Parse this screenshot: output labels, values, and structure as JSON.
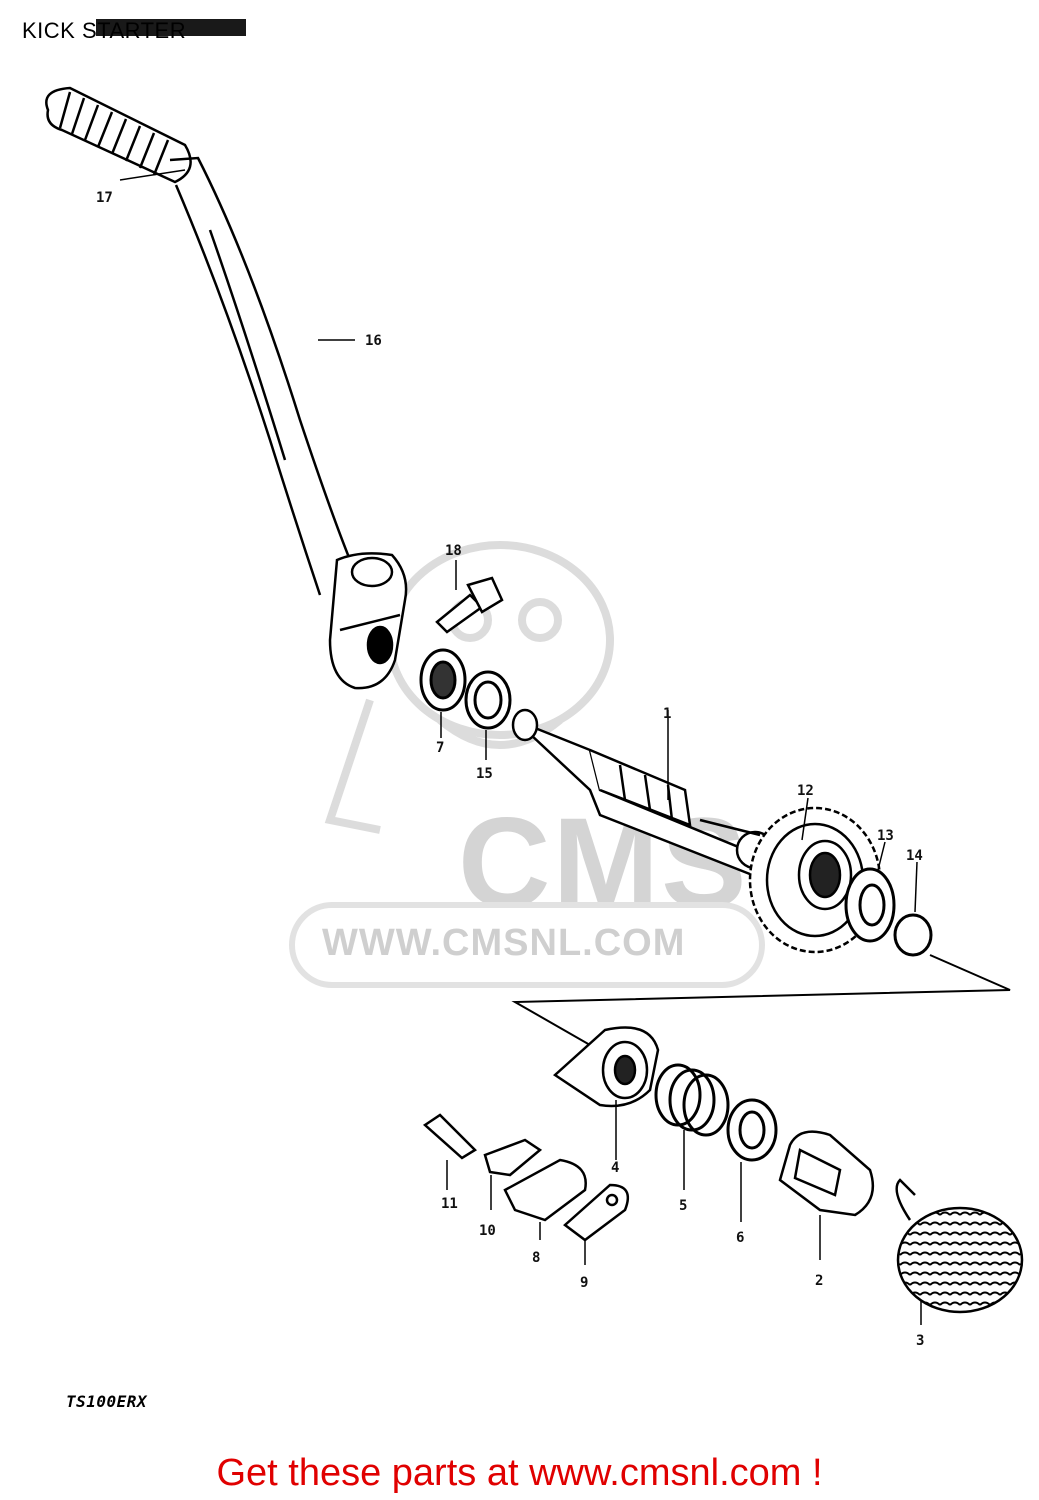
{
  "header": {
    "title": "KICK STARTER"
  },
  "watermark": {
    "brand": "CMS",
    "url": "WWW.CMSNL.COM"
  },
  "diagram": {
    "parts": [
      "1",
      "2",
      "3",
      "4",
      "5",
      "6",
      "7",
      "8",
      "9",
      "10",
      "11",
      "12",
      "13",
      "14",
      "15",
      "16",
      "17",
      "18"
    ]
  },
  "footer": {
    "model": "TS100ERX",
    "cta": "Get these parts at www.cmsnl.com !"
  },
  "colors": {
    "cta": "#e00000",
    "watermark": "#d4d4d4"
  }
}
